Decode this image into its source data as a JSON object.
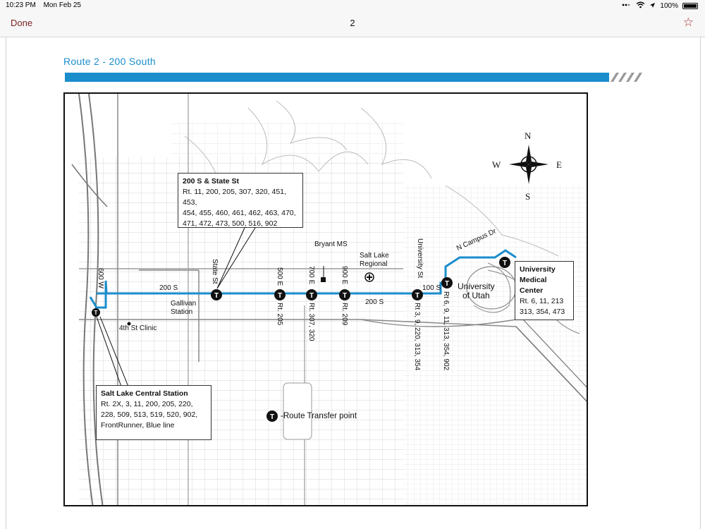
{
  "status_bar": {
    "time": "10:23 PM",
    "date": "Mon Feb 25",
    "battery": "100%"
  },
  "nav": {
    "done_label": "Done",
    "page_number": "2"
  },
  "doc": {
    "title": "Route 2 - 200 South"
  },
  "callouts": {
    "state_st": {
      "title": "200 S & State St",
      "lines": [
        "Rt. 11, 200, 205, 307, 320, 451, 453,",
        "454, 455, 460, 461, 462, 463, 470,",
        "471, 472, 473, 500, 516, 902"
      ]
    },
    "central": {
      "title": "Salt Lake Central Station",
      "lines": [
        "Rt. 2X, 3, 11, 200, 205, 220,",
        "228, 509, 513, 519, 520, 902,",
        "FrontRunner, Blue line"
      ]
    },
    "umc": {
      "title_lines": [
        "University",
        "Medical",
        "Center"
      ],
      "lines": [
        "Rt. 6, 11, 213",
        "313, 354, 473"
      ]
    }
  },
  "labels": {
    "w600": "600 W",
    "s200_west": "200 S",
    "s200_east": "200 S",
    "state_st": "State St",
    "e500": "500 E",
    "e700": "700 E",
    "e900": "900 E",
    "university_st": "University St",
    "s100": "100 S",
    "n_campus_dr": "N Campus Dr",
    "gallivan": "Gallivan\nStation",
    "clinic": "4th St Clinic",
    "bryant": "Bryant MS",
    "regional": "Salt Lake\nRegional",
    "uofu": "University\nof Utah",
    "rt205": "Rt. 205",
    "rt307": "Rt. 307, 320",
    "rt209": "Rt. 209",
    "rt3": "Rt 3, 9, 220, 313, 354",
    "rt6": "Rt 6, 9, 11, 313, 354, 902",
    "legend": "-Route Transfer point"
  },
  "compass": {
    "n": "N",
    "s": "S",
    "e": "E",
    "w": "W"
  },
  "colors": {
    "accent": "#1a8dcc",
    "route": "#1a8dcc",
    "brand_dark_red": "#7a1f1f",
    "star": "#a52b2b"
  },
  "icons": {
    "transfer": "T",
    "hospital": "plus-circle",
    "school": "square-flag"
  }
}
